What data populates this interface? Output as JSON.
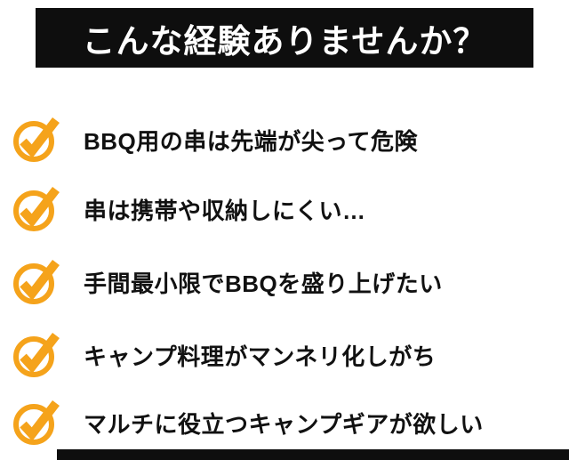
{
  "header": {
    "title": "こんな経験ありませんか？"
  },
  "list": {
    "items": [
      {
        "text": "BBQ用の串は先端が尖って危険"
      },
      {
        "text": "串は携帯や収納しにくい…"
      },
      {
        "text": "手間最小限でBBQを盛り上げたい"
      },
      {
        "text": "キャンプ料理がマンネリ化しがち"
      },
      {
        "text": "マルチに役立つキャンプギアが欲しい"
      }
    ]
  },
  "icons": {
    "bullet": "check-circle-icon"
  },
  "colors": {
    "accent": "#F5A31B",
    "ink": "#0E0E0E",
    "paper": "#FFFFFF"
  }
}
